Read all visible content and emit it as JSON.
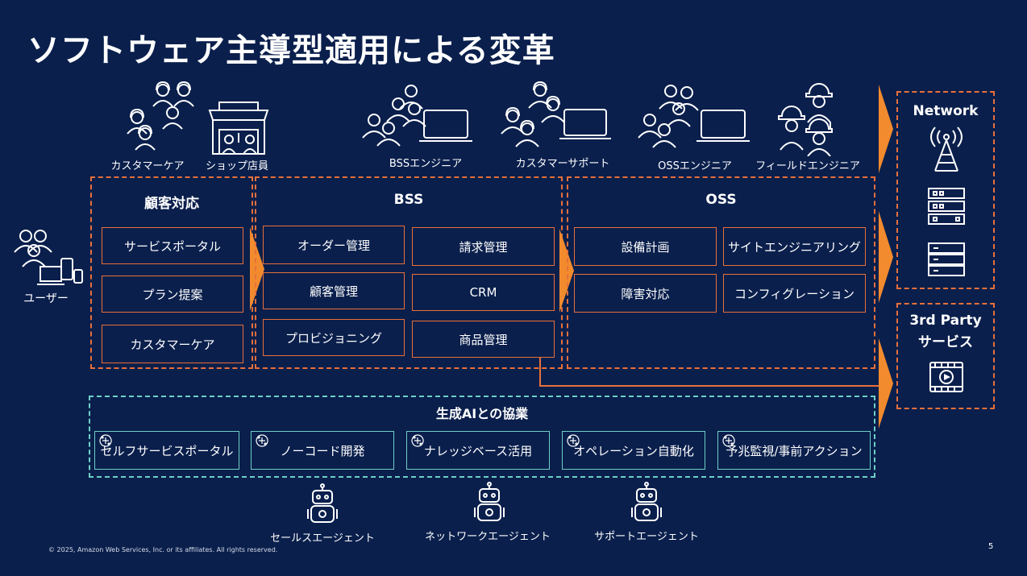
{
  "title": "ソフトウェア主導型適用による変革",
  "roles": {
    "customer_care": "カスタマーケア",
    "shop_staff": "ショップ店員",
    "bss_engineer": "BSSエンジニア",
    "customer_support": "カスタマーサポート",
    "oss_engineer": "OSSエンジニア",
    "field_engineer": "フィールドエンジニア",
    "user": "ユーザー"
  },
  "customer_section": {
    "title": "顧客対応",
    "items": [
      "サービスポータル",
      "プラン提案",
      "カスタマーケア"
    ]
  },
  "bss_section": {
    "title": "BSS",
    "items": [
      "オーダー管理",
      "請求管理",
      "顧客管理",
      "CRM",
      "プロビジョニング",
      "商品管理"
    ]
  },
  "oss_section": {
    "title": "OSS",
    "items": [
      "設備計画",
      "サイトエンジニアリング",
      "障害対応",
      "コンフィグレーション"
    ]
  },
  "network": {
    "title": "Network"
  },
  "third_party": {
    "title_line1": "3rd Party",
    "title_line2": "サービス"
  },
  "genai_section": {
    "title": "生成AIとの協業",
    "items": [
      "セルフサービスポータル",
      "ノーコード開発",
      "ナレッジベース活用",
      "オペレーション自動化",
      "予兆監視/事前アクション"
    ]
  },
  "agents": [
    "セールスエージェント",
    "ネットワークエージェント",
    "サポートエージェント"
  ],
  "footer": "© 2025, Amazon Web Services, Inc. or its affiliates. All rights reserved.",
  "page_number": "5",
  "colors": {
    "background": "#0a1f4c",
    "accent_orange": "#e8703a",
    "accent_teal": "#6fcfc6",
    "arrow_orange": "#f28a2e"
  }
}
